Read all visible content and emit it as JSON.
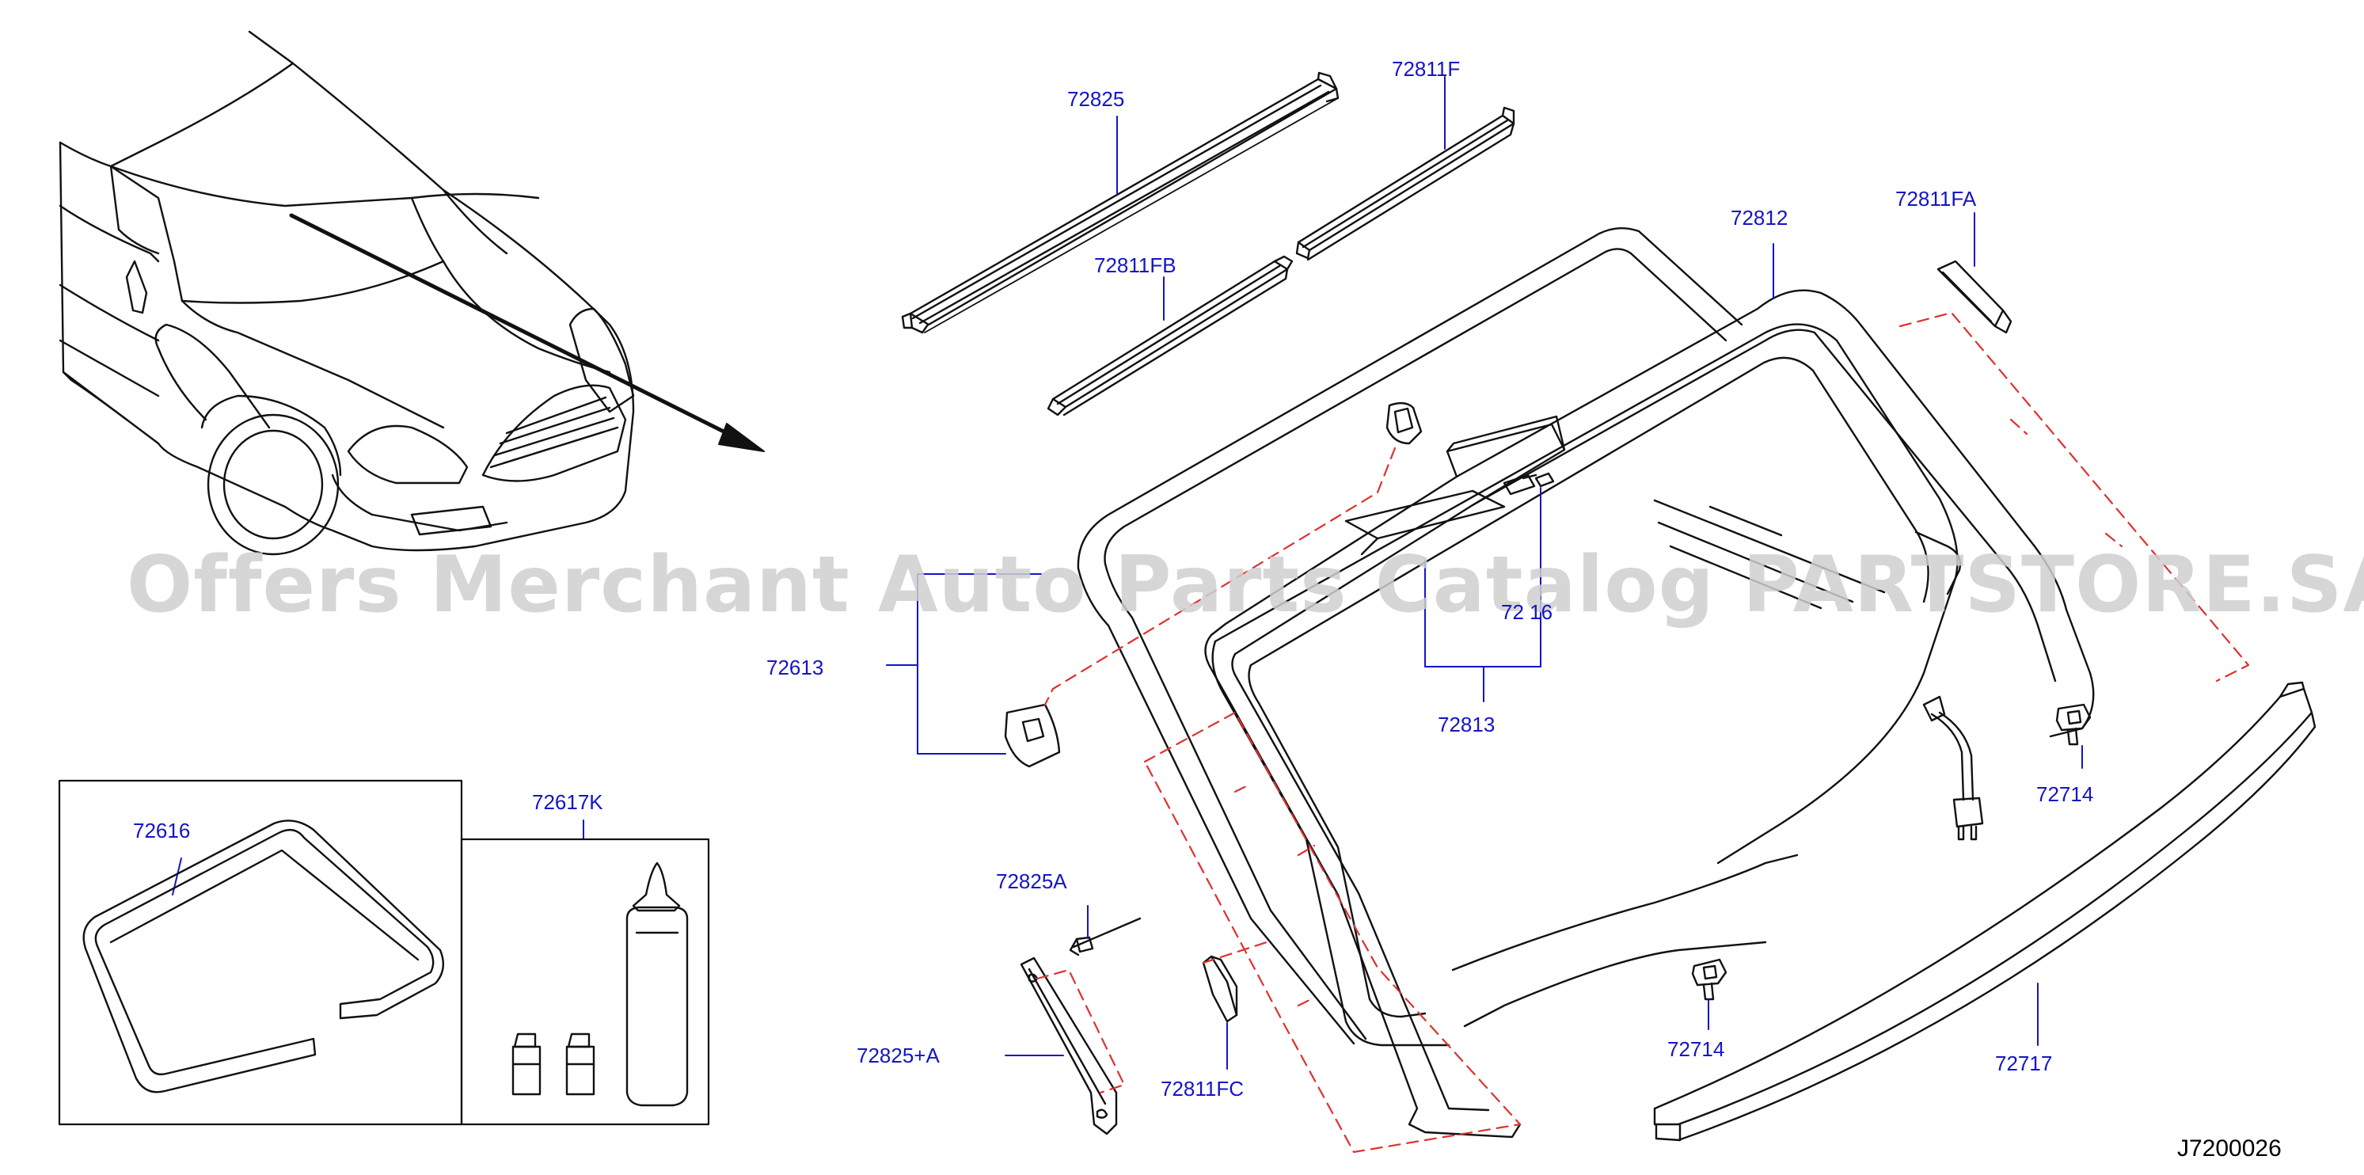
{
  "diagram": {
    "figure_code": "J7200026",
    "watermark": "Offers Merchant Auto Parts Catalog PARTSTORE.SA",
    "colors": {
      "label": "#1414c8",
      "line": "#111111",
      "dashed": "#e03030",
      "watermark": "#cfcfcf"
    },
    "part_labels": {
      "p72825": "72825",
      "p72811F": "72811F",
      "p72811FB": "72811FB",
      "p72812": "72812",
      "p72811FA": "72811FA",
      "p72616": "72616",
      "p72617K": "72617K",
      "p72613": "72613",
      "p72816": "72 16",
      "p72813": "72813",
      "p72714a": "72714",
      "p72825A": "72825A",
      "p72825plusA": "72825+A",
      "p72811FC": "72811FC",
      "p72714b": "72714",
      "p72717": "72717"
    }
  }
}
